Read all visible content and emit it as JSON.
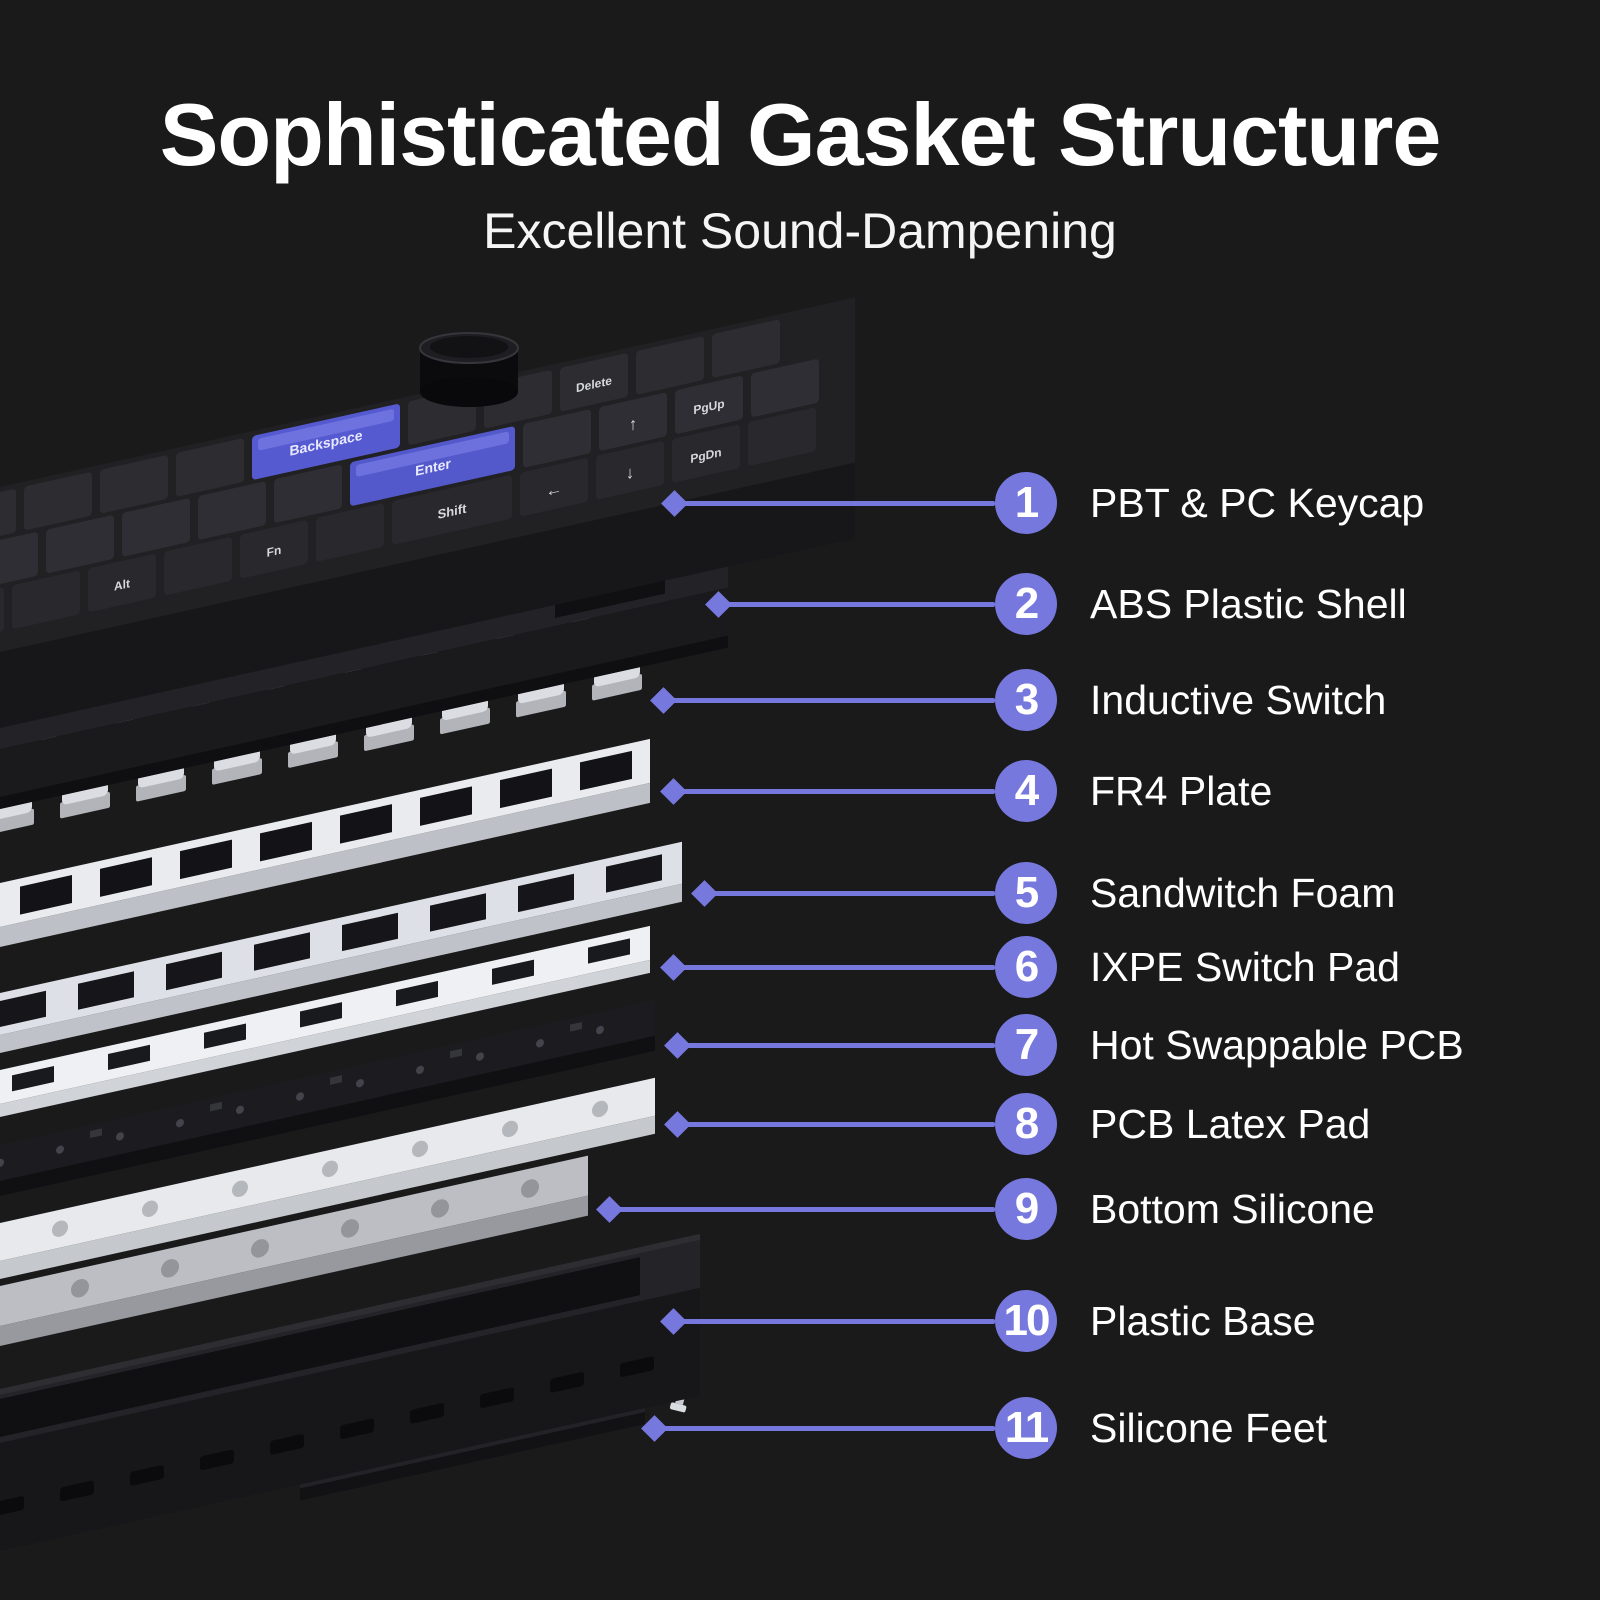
{
  "title": "Sophisticated Gasket Structure",
  "subtitle": "Excellent Sound-Dampening",
  "colors": {
    "background": "#1a1a1b",
    "accent": "#7678DE",
    "text": "#ffffff"
  },
  "callouts": [
    {
      "number": "1",
      "label": "PBT & PC Keycap"
    },
    {
      "number": "2",
      "label": "ABS Plastic Shell"
    },
    {
      "number": "3",
      "label": "Inductive Switch"
    },
    {
      "number": "4",
      "label": "FR4 Plate"
    },
    {
      "number": "5",
      "label": "Sandwitch Foam"
    },
    {
      "number": "6",
      "label": "IXPE Switch Pad"
    },
    {
      "number": "7",
      "label": "Hot Swappable PCB"
    },
    {
      "number": "8",
      "label": "PCB Latex Pad"
    },
    {
      "number": "9",
      "label": "Bottom Silicone"
    },
    {
      "number": "10",
      "label": "Plastic Base"
    },
    {
      "number": "11",
      "label": "Silicone Feet"
    }
  ],
  "keyboard": {
    "legends": {
      "backspace": "Backspace",
      "enter": "Enter",
      "shift": "Shift",
      "delete": "Delete",
      "pgup": "PgUp",
      "pgdn": "PgDn",
      "alt": "Alt",
      "fn": "Fn",
      "up_arrow": "↑",
      "left_arrow": "←",
      "down_arrow": "↓"
    }
  }
}
